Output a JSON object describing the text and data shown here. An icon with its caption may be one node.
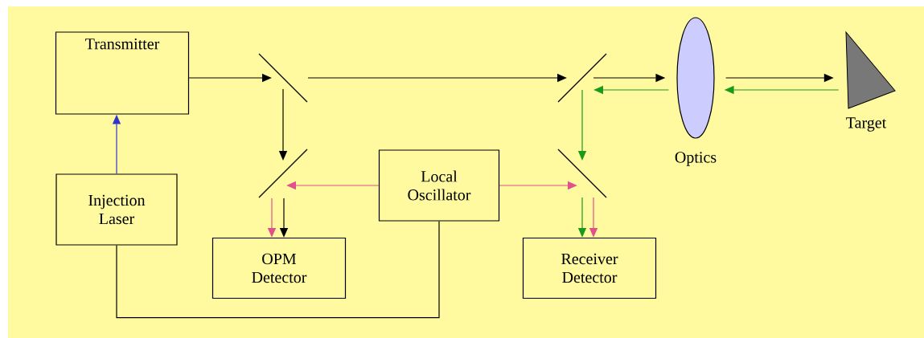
{
  "diagram": {
    "nodes": [
      {
        "text": [
          "Transmitter"
        ]
      },
      {
        "text": [
          "Injection Laser"
        ]
      },
      {
        "text": [],
        "shape": "line"
      },
      {
        "text": [],
        "shape": "line"
      },
      {
        "text": [
          "Local Oscillator"
        ]
      },
      {
        "text": [
          "OPM Detector"
        ]
      },
      {
        "text": [],
        "shape": "line"
      },
      {
        "text": [],
        "shape": "line"
      },
      {
        "text": [
          "Receiver Detector"
        ]
      },
      {
        "text": [],
        "shape": "ellipse",
        "beside": [
          "Optics"
        ]
      },
      {
        "text": [],
        "shape": "triangle",
        "beside": [
          "Target"
        ]
      }
    ],
    "edges": [
      {
        "from": 0,
        "to": 2,
        "arrow": "to"
      },
      {
        "from": 2,
        "to": 6,
        "arrow": "to"
      },
      {
        "from": 2,
        "to": 3,
        "arrow": "to"
      },
      {
        "from": 1,
        "to": 0,
        "arrow": "to",
        "color": "#3333cc"
      },
      {
        "from": 4,
        "to": 3,
        "arrow": "to",
        "color": "#e0508a"
      },
      {
        "from": 4,
        "to": 7,
        "arrow": "to",
        "color": "#e0508a"
      },
      {
        "from": 3,
        "to": 5,
        "arrow": "to"
      },
      {
        "from": 3,
        "to": 5,
        "arrow": "to",
        "color": "#e0508a"
      },
      {
        "from": 6,
        "to": 9,
        "arrow": "to"
      },
      {
        "from": 9,
        "to": 10,
        "arrow": "to"
      },
      {
        "from": 10,
        "to": 9,
        "arrow": "to",
        "color": "#1a9a1a"
      },
      {
        "from": 9,
        "to": 6,
        "arrow": "to",
        "color": "#1a9a1a"
      },
      {
        "from": 6,
        "to": 7,
        "arrow": "to",
        "color": "#1a9a1a"
      },
      {
        "from": 7,
        "to": 8,
        "arrow": "to",
        "color": "#1a9a1a"
      },
      {
        "from": 7,
        "to": 8,
        "arrow": "to",
        "color": "#e0508a"
      },
      {
        "from": 1,
        "to": 4,
        "arrow": "none"
      }
    ]
  }
}
